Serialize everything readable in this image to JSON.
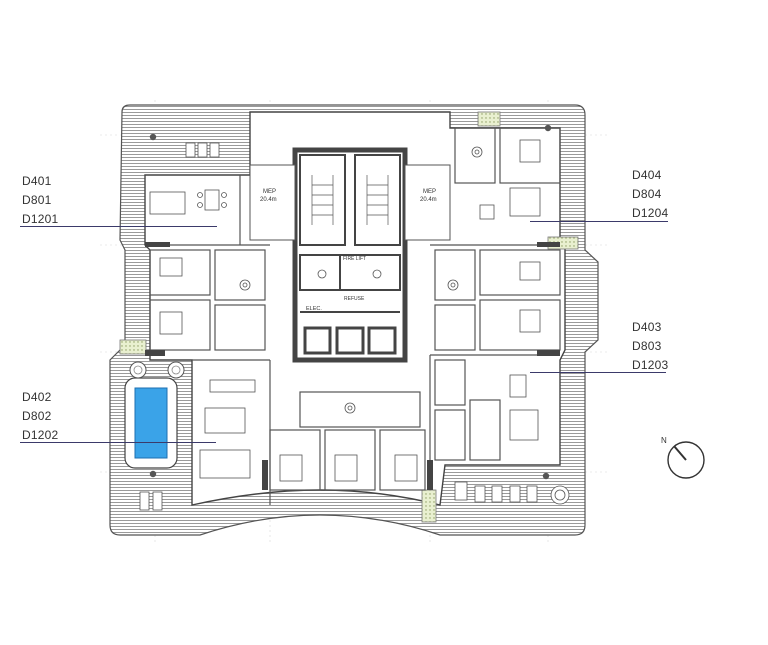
{
  "labels": {
    "unit_nw": [
      "D401",
      "D801",
      "D1201"
    ],
    "unit_ne": [
      "D404",
      "D804",
      "D1204"
    ],
    "unit_e": [
      "D403",
      "D803",
      "D1203"
    ],
    "unit_sw": [
      "D402",
      "D802",
      "D1202"
    ]
  },
  "core": {
    "mep_left": "MEP",
    "mep_left_area": "20.4m",
    "mep_right": "MEP",
    "mep_right_area": "20.4m",
    "fire_lift": "FIRE LIFT",
    "elec": "ELEC.",
    "refuse": "REFUSE"
  },
  "compass": {
    "north": "N"
  },
  "colors": {
    "pool": "#3aa3e8",
    "leader": "#3b3a6a",
    "terrace_hatch": "#a8a8a8",
    "core_wall": "#444444"
  }
}
